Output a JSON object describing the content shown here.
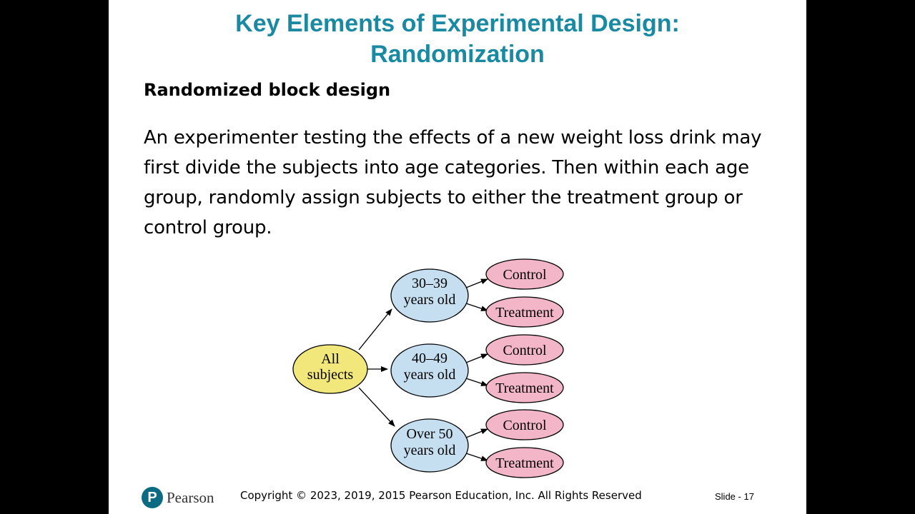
{
  "slide": {
    "title_line1": "Key Elements of Experimental Design:",
    "title_line2": "Randomization",
    "subtitle": "Randomized block design",
    "body": "An experimenter testing the effects of a new weight loss drink may first divide the subjects into age categories. Then within each age group, randomly assign subjects to either the treatment group or control group."
  },
  "diagram": {
    "root": {
      "line1": "All",
      "line2": "subjects",
      "color": "#f2e77a"
    },
    "groups": [
      {
        "line1": "30–39",
        "line2": "years old"
      },
      {
        "line1": "40–49",
        "line2": "years old"
      },
      {
        "line1": "Over 50",
        "line2": "years old"
      }
    ],
    "group_color": "#c5dff0",
    "control_label": "Control",
    "treatment_label": "Treatment",
    "outcome_color": "#f2b6c8"
  },
  "footer": {
    "logo_letter": "P",
    "logo_word": "Pearson",
    "copyright": "Copyright © 2023, 2019, 2015 Pearson Education, Inc. All Rights Reserved",
    "slide_number": "Slide - 17"
  }
}
